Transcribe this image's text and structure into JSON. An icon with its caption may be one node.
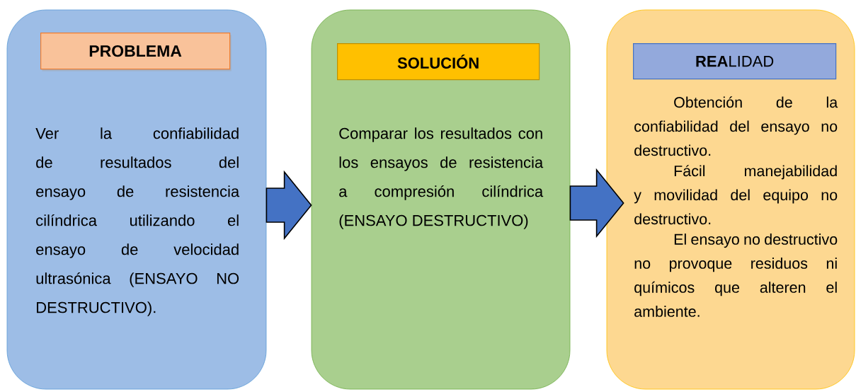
{
  "diagram": {
    "nodes": [
      {
        "text": [
          "Ver la confiabilidad de resultados del ensayo de resistencia cilíndrica utilizando el ensayo de velocidad ultrasónica (ENSAYO NO DESTRUCTIVO)."
        ]
      },
      {
        "text": [
          "PROBLEMA"
        ],
        "in": 0
      },
      {
        "text": [
          "Comparar los resultados con los ensayos de resistencia a compresión cilíndrica (ENSAYO DESTRUCTIVO)"
        ]
      },
      {
        "text": [
          "SOLUCIÓN"
        ],
        "in": 2
      },
      {
        "text": [
          "Obtención de la confiabilidad del ensayo no destructivo.",
          "Fácil manejabilidad y movilidad del equipo no destructivo.",
          "El ensayo no destructivo no provoque residuos ni químicos que alteren el ambiente."
        ]
      },
      {
        "text": [
          "**REA**LIDAD"
        ],
        "in": 4
      }
    ],
    "edges": [
      {
        "from": 0,
        "to": 2,
        "arrow": "to"
      },
      {
        "from": 2,
        "to": 4,
        "arrow": "to"
      }
    ]
  }
}
